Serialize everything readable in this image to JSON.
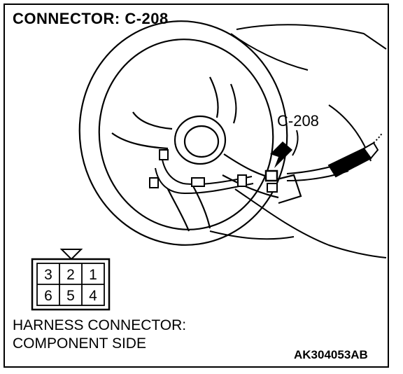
{
  "title": "CONNECTOR: C-208",
  "callout": "C-208",
  "caption": {
    "line1": "HARNESS CONNECTOR:",
    "line2": "COMPONENT SIDE"
  },
  "reference": "AK304053AB",
  "connector_pins": {
    "top_row": [
      "3",
      "2",
      "1"
    ],
    "bottom_row": [
      "6",
      "5",
      "4"
    ]
  }
}
